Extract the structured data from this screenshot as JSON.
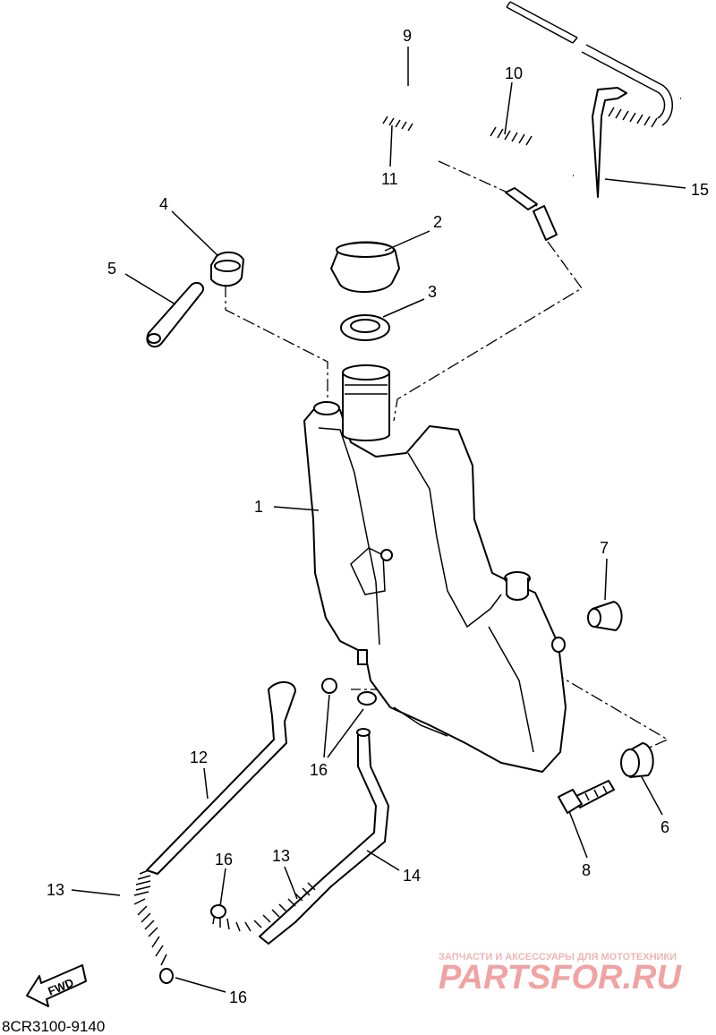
{
  "diagram_code": "8CR3100-9140",
  "fwd_label": "FWD",
  "watermark": {
    "tagline": "ЗАПЧАСТИ И АКСЕССУАРЫ ДЛЯ МОТОТЕХНИКИ",
    "brand": "PARTSFOR.RU",
    "color": "#f2a2a2"
  },
  "callouts": {
    "c1": "1",
    "c2": "2",
    "c3": "3",
    "c4": "4",
    "c5": "5",
    "c6": "6",
    "c7": "7",
    "c8": "8",
    "c9": "9",
    "c10": "10",
    "c11": "11",
    "c12": "12",
    "c13a": "13",
    "c13b": "13",
    "c14": "14",
    "c15": "15",
    "c16a": "16",
    "c16b": "16",
    "c16c": "16"
  }
}
